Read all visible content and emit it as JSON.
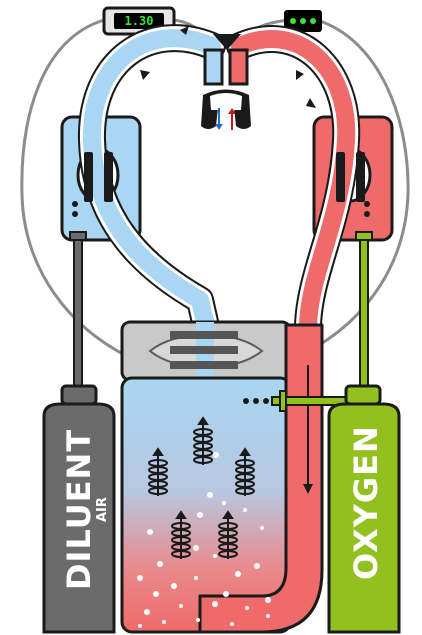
{
  "colors": {
    "outline": "#1a1a1a",
    "loop_wire": "#8c8c8c",
    "inhale_blue": "#a9d6f2",
    "exhale_red": "#ef6a6a",
    "counterlung_blue": "#a9d6f2",
    "counterlung_red": "#ef6a6a",
    "scrubber_gray": "#c9c9c9",
    "diluent_tank": "#6b6b6b",
    "oxygen_tank": "#92c01f",
    "hud_bg": "#000000",
    "hud_text": "#35e635",
    "flow_down_blue": "#1e6fbf",
    "flow_up_red": "#c41a1a"
  },
  "display": {
    "ppo2_reading": "1.30",
    "status_dots": "•••"
  },
  "tanks": {
    "diluent": {
      "label": "DILUENT",
      "sublabel": "AIR"
    },
    "oxygen": {
      "label": "OXYGEN"
    }
  },
  "icons": {
    "mouthpiece": "mouthpiece-icon",
    "flow_arrows": "flow-direction-icon",
    "solenoid": "solenoid-icon",
    "oxygen_bubble": "o2-bubble-icon"
  }
}
